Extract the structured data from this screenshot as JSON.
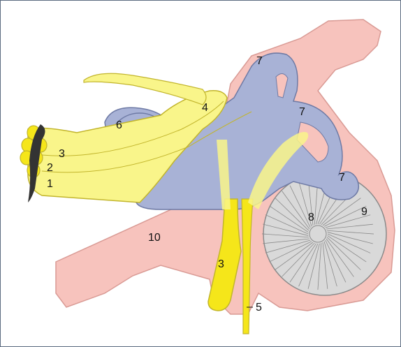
{
  "colors": {
    "bone": "#f7c3bd",
    "bone_stroke": "#d99a94",
    "labyrinth": "#a8b2d6",
    "labyrinth_stroke": "#6e7aa5",
    "nerve": "#f9f58a",
    "nerve_stroke": "#c2b52c",
    "nerve_bright": "#f5e61a",
    "cochlea": "#d9d9d9",
    "cochlea_stroke": "#8a8a8a",
    "background": "#ffffff",
    "frame": "#5b6b80"
  },
  "icons": [
    "ear-anatomy-illustration"
  ],
  "labels": {
    "n1": "1",
    "n2": "2",
    "n3_upper": "3",
    "n3_lower": "3",
    "n4": "4",
    "n5": "5",
    "n6": "6",
    "n7_top": "7",
    "n7_mid": "7",
    "n7_right": "7",
    "n8": "8",
    "n9": "9",
    "n10": "10"
  }
}
